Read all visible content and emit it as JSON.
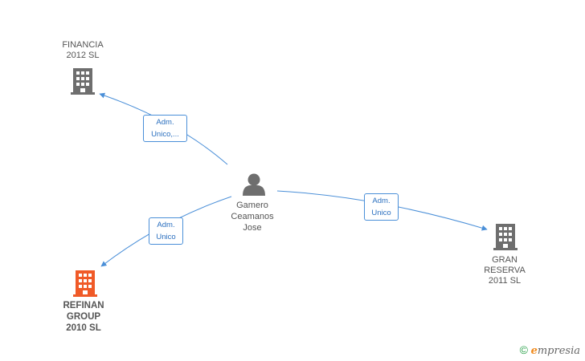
{
  "nodes": {
    "financia": {
      "lines": [
        "FINANCIA",
        "2012 SL"
      ]
    },
    "refinan": {
      "lines": [
        "REFINAN",
        "GROUP",
        "2010 SL"
      ]
    },
    "gran_reserva": {
      "lines": [
        "GRAN",
        "RESERVA",
        "2011 SL"
      ]
    },
    "person": {
      "lines": [
        "Gamero",
        "Ceamanos",
        "Jose"
      ]
    }
  },
  "edges": {
    "to_financia": {
      "lines": [
        "Adm.",
        "Unico,..."
      ]
    },
    "to_refinan": {
      "lines": [
        "Adm.",
        "Unico"
      ]
    },
    "to_gran_reserva": {
      "lines": [
        "Adm.",
        "Unico"
      ]
    }
  },
  "colors": {
    "company": "#6e6e6e",
    "highlight_company": "#f05a28",
    "person": "#6e6e6e",
    "edge": "#4a8fd8"
  },
  "watermark": {
    "copyright": "©",
    "brand_initial": "e",
    "brand_rest": "mpresia"
  }
}
